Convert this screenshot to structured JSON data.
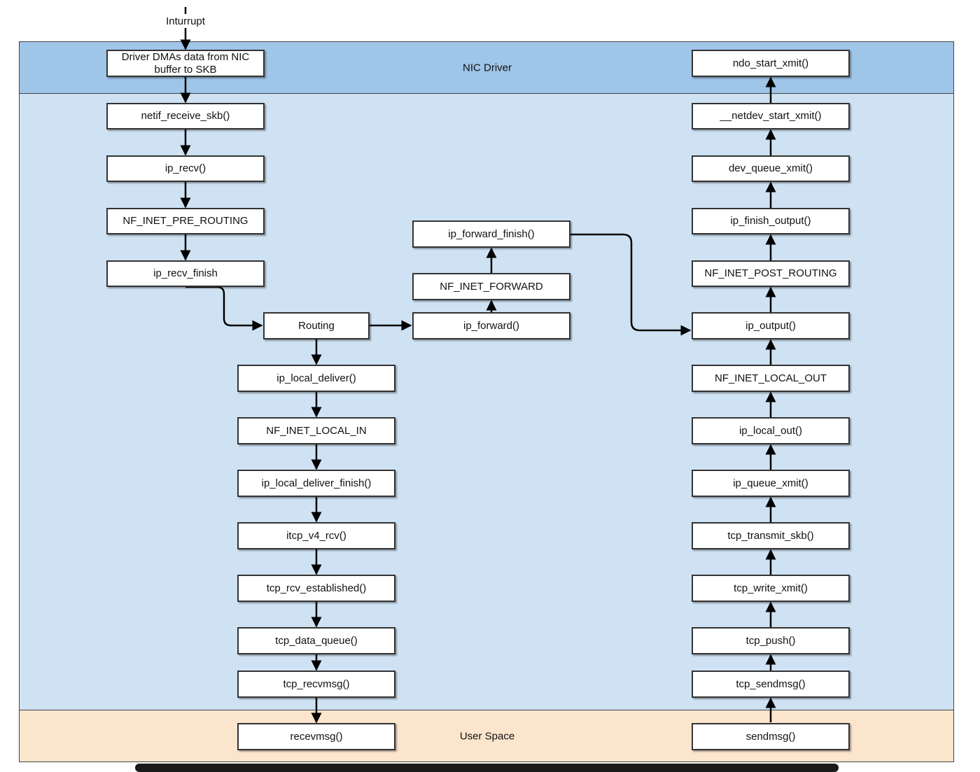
{
  "diagram": {
    "interrupt_label": "Inturrupt",
    "bands": {
      "nic_driver": "NIC Driver",
      "user_space": "User Space"
    },
    "receive_path": [
      "Driver DMAs data from NIC\nbuffer to SKB",
      "netif_receive_skb()",
      "ip_recv()",
      "NF_INET_PRE_ROUTING",
      "ip_recv_finish"
    ],
    "routing": "Routing",
    "local_delivery_path": [
      "ip_local_deliver()",
      "NF_INET_LOCAL_IN",
      "ip_local_deliver_finish()",
      "itcp_v4_rcv()",
      "tcp_rcv_established()",
      "tcp_data_queue()",
      "tcp_recvmsg()",
      "recevmsg()"
    ],
    "forward_path": [
      "ip_forward()",
      "NF_INET_FORWARD",
      "ip_forward_finish()"
    ],
    "transmit_path": [
      "ndo_start_xmit()",
      "__netdev_start_xmit()",
      "dev_queue_xmit()",
      "ip_finish_output()",
      "NF_INET_POST_ROUTING",
      "ip_output()",
      "NF_INET_LOCAL_OUT",
      "ip_local_out()",
      "ip_queue_xmit()",
      "tcp_transmit_skb()",
      "tcp_write_xmit()",
      "tcp_push()",
      "tcp_sendmsg()",
      "sendmsg()"
    ],
    "colors": {
      "nic_driver_band": "#9fc5e8",
      "kernel_band": "#cfe2f3",
      "user_space_band": "#fce5cd",
      "box_border": "#333333",
      "arrow": "#000000"
    }
  }
}
